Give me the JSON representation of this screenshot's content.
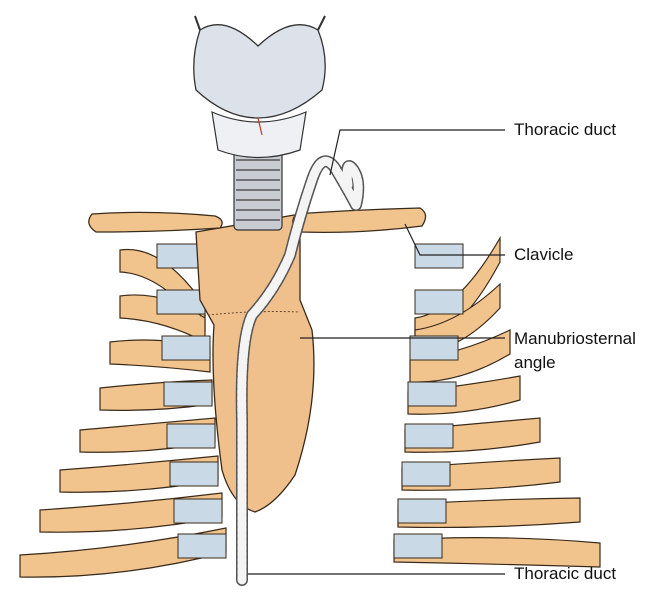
{
  "labels": {
    "thoracic_duct_top": "Thoracic duct",
    "clavicle": "Clavicle",
    "manubriosternal_line1": "Manubriosternal",
    "manubriosternal_line2": "angle",
    "thoracic_duct_bottom": "Thoracic duct"
  },
  "colors": {
    "bone": "#f2c48d",
    "bone_outline": "#3a2a1a",
    "cartilage": "#c9d9e6",
    "sternum": "#f0c08c",
    "larynx": "#dde2ea",
    "trachea": "#c8ccd2",
    "duct": "#f4f4f4",
    "leader_line": "#222222"
  }
}
